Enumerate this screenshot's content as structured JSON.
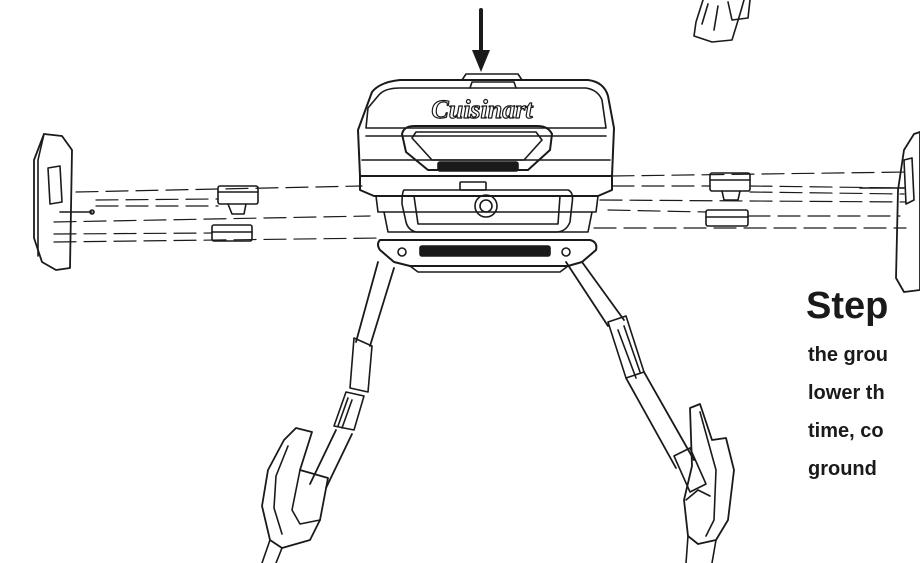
{
  "brand": {
    "logo_text": "Cuisinart"
  },
  "step": {
    "heading": "Step",
    "lines": [
      "the grou",
      "lower th",
      "time, co",
      "ground"
    ]
  }
}
